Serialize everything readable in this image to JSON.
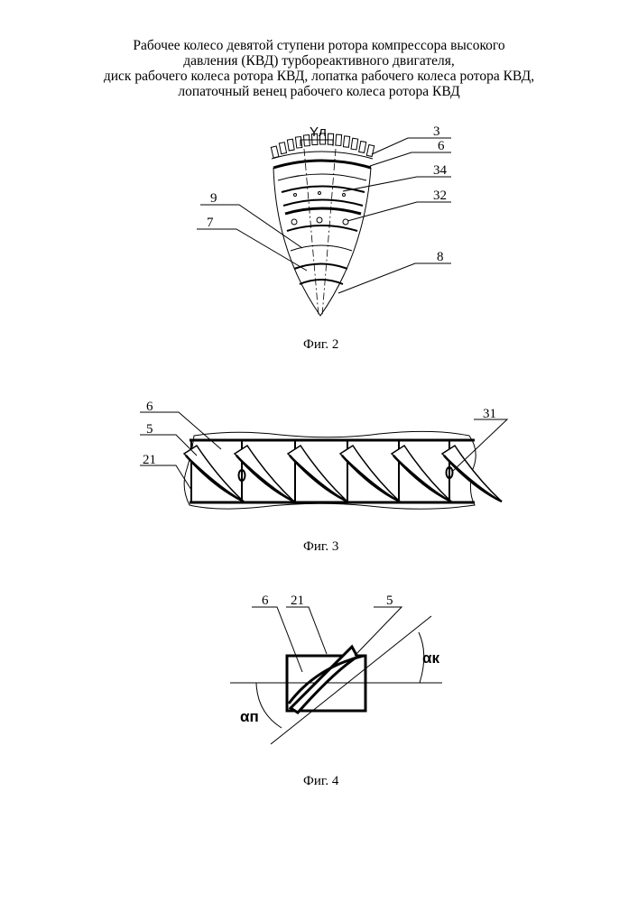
{
  "title_lines": [
    "Рабочее колесо девятой ступени ротора компрессора высокого",
    "давления (КВД) турбореактивного двигателя,",
    "диск рабочего колеса ротора КВД, лопатка рабочего колеса ротора КВД,",
    "лопаточный венец рабочего колеса ротора КВД"
  ],
  "fig2": {
    "caption": "Фиг. 2",
    "pitch_label": "Yл",
    "labels": {
      "l3": "3",
      "l6": "6",
      "l34": "34",
      "l32": "32",
      "l9": "9",
      "l7": "7",
      "l8": "8"
    }
  },
  "fig3": {
    "caption": "Фиг. 3",
    "labels": {
      "l6": "6",
      "l5": "5",
      "l21": "21",
      "l31": "31"
    }
  },
  "fig4": {
    "caption": "Фиг. 4",
    "labels": {
      "l6": "6",
      "l21": "21",
      "l5": "5",
      "alpha_k": "αк",
      "alpha_p": "αп"
    }
  }
}
